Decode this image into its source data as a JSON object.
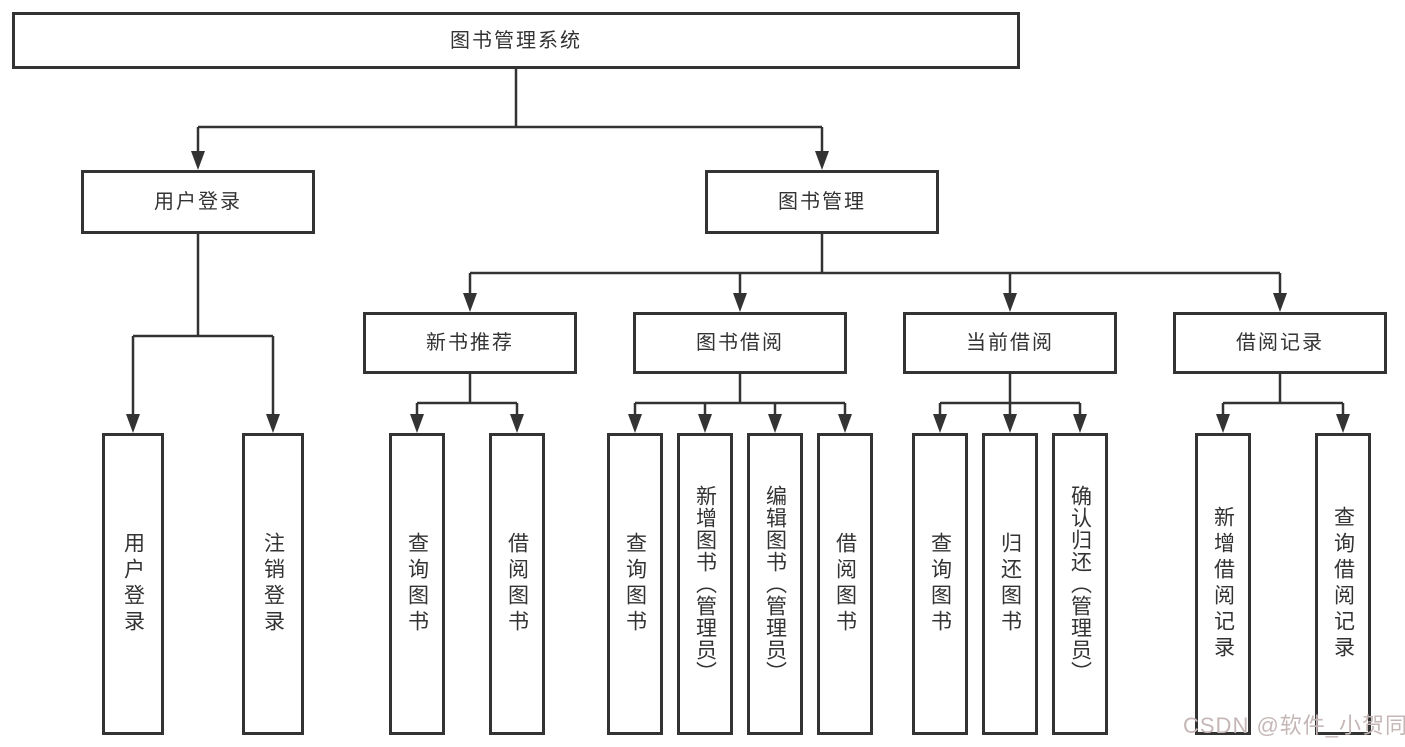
{
  "diagram": {
    "root": {
      "label": "图书管理系统",
      "children": [
        {
          "label": "用户登录",
          "children": [
            {
              "label": "用户登录"
            },
            {
              "label": "注销登录"
            }
          ]
        },
        {
          "label": "图书管理",
          "children": [
            {
              "label": "新书推荐",
              "children": [
                {
                  "label": "查询图书"
                },
                {
                  "label": "借阅图书"
                }
              ]
            },
            {
              "label": "图书借阅",
              "children": [
                {
                  "label": "查询图书"
                },
                {
                  "label": "新增图书（管理员）"
                },
                {
                  "label": "编辑图书（管理员）"
                },
                {
                  "label": "借阅图书"
                }
              ]
            },
            {
              "label": "当前借阅",
              "children": [
                {
                  "label": "查询图书"
                },
                {
                  "label": "归还图书"
                },
                {
                  "label": "确认归还（管理员）"
                }
              ]
            },
            {
              "label": "借阅记录",
              "children": [
                {
                  "label": "新增借阅记录"
                },
                {
                  "label": "查询借阅记录"
                }
              ]
            }
          ]
        }
      ]
    }
  },
  "watermark": {
    "text": "CSDN @软件_小贺同学"
  },
  "colors": {
    "box_border": "#333333",
    "connector": "#333333",
    "text": "#333333",
    "watermark": "#c6b7b7"
  }
}
